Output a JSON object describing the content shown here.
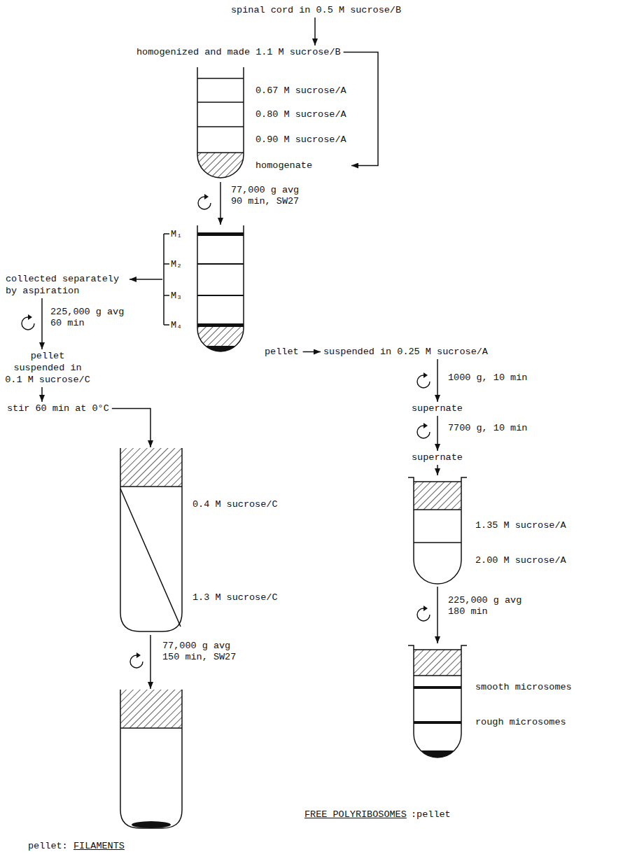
{
  "diagram": {
    "nodes": [
      {
        "text": [
          "spinal cord in 0.5 M sucrose/B"
        ]
      },
      {
        "text": [
          "homogenized and made 1.1 M sucrose/B"
        ]
      },
      {
        "text": [
          "0.67 M sucrose/A",
          "0.80 M sucrose/A",
          "0.90 M sucrose/A",
          "homogenate"
        ]
      },
      {
        "text": [
          "M₁",
          "M₂",
          "M₃",
          "M₄",
          "pellet"
        ]
      },
      {
        "text": [
          "collected separately by aspiration"
        ]
      },
      {
        "text": [
          "pellet suspended in 0.1 M sucrose/C"
        ]
      },
      {
        "text": [
          "stir 60 min at 0°C"
        ]
      },
      {
        "text": [
          "0.4 M sucrose/C",
          "1.3 M sucrose/C"
        ]
      },
      {
        "text": [
          "pellet:",
          "FILAMENTS"
        ]
      },
      {
        "text": [
          "suspended in 0.25 M sucrose/A"
        ]
      },
      {
        "text": [
          "supernate"
        ]
      },
      {
        "text": [
          "supernate"
        ]
      },
      {
        "text": [
          "1.35 M sucrose/A",
          "2.00 M sucrose/A"
        ]
      },
      {
        "text": [
          "smooth microsomes",
          "rough microsomes",
          "FREE POLYRIBOSOMES",
          ":pellet"
        ]
      }
    ],
    "edges": [
      {
        "from": 0,
        "to": 1,
        "arrow": "to"
      },
      {
        "from": 1,
        "to": 2,
        "arrow": "to"
      },
      {
        "from": 2,
        "to": 3,
        "label": "77,000 g avg 90 min, SW27",
        "arrow": "to"
      },
      {
        "from": 3,
        "to": 4,
        "arrow": "to"
      },
      {
        "from": 4,
        "to": 5,
        "label": "225,000 g avg 60 min",
        "arrow": "to"
      },
      {
        "from": 5,
        "to": 6,
        "arrow": "to"
      },
      {
        "from": 6,
        "to": 7,
        "arrow": "to"
      },
      {
        "from": 7,
        "to": 8,
        "label": "77,000 g avg 150 min, SW27",
        "arrow": "to"
      },
      {
        "from": 3,
        "to": 9,
        "arrow": "to"
      },
      {
        "from": 9,
        "to": 10,
        "label": "1000 g, 10 min",
        "arrow": "to"
      },
      {
        "from": 10,
        "to": 11,
        "label": "7700 g, 10 min",
        "arrow": "to"
      },
      {
        "from": 11,
        "to": 12,
        "arrow": "to"
      },
      {
        "from": 12,
        "to": 13,
        "label": "225,000 g avg 180 min",
        "arrow": "to"
      }
    ]
  }
}
